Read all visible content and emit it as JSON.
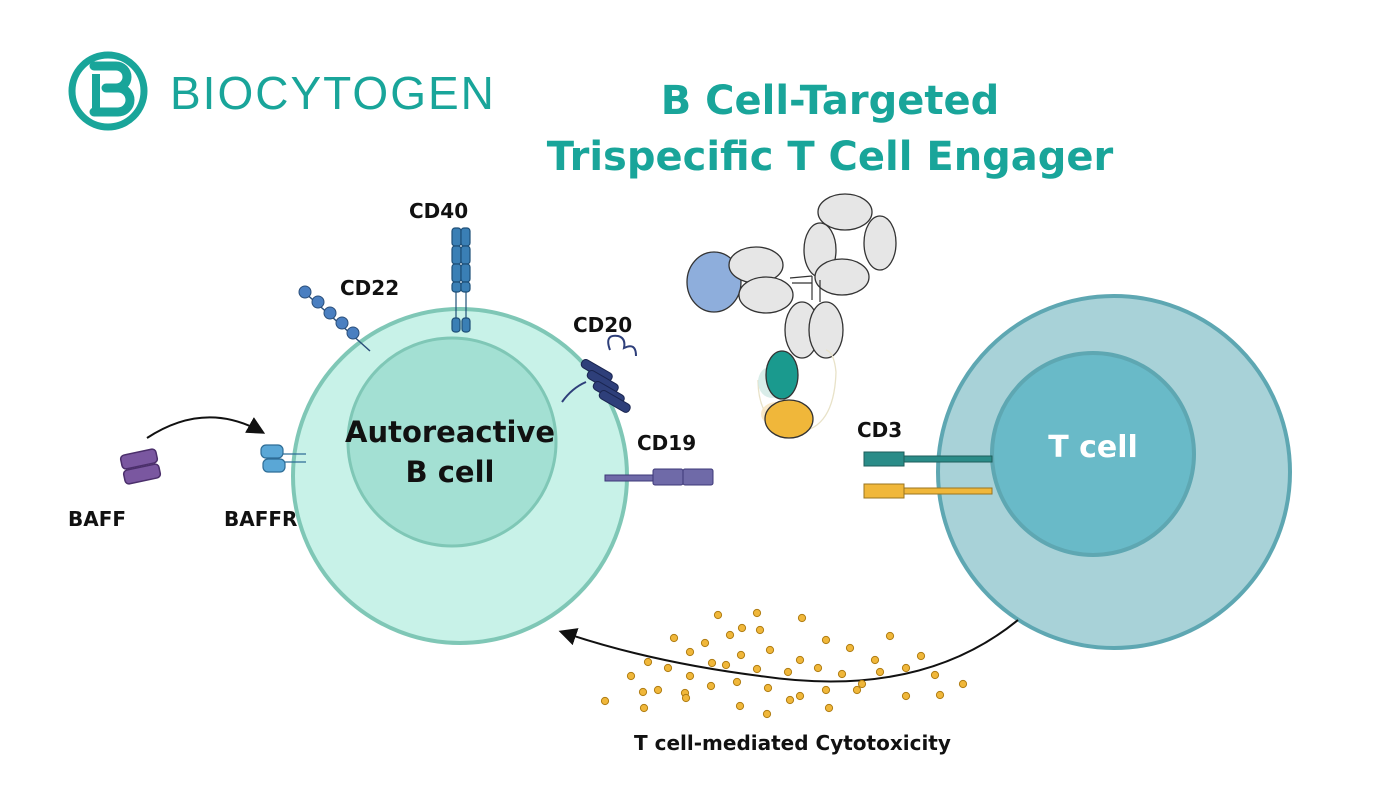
{
  "brand": {
    "name": "BIOCYTOGEN",
    "color": "#19a59a"
  },
  "title": {
    "line1": "B Cell-Targeted",
    "line2": "Trispecific T Cell Engager",
    "color": "#19a59a"
  },
  "cells": {
    "b_cell": {
      "label_line1": "Autoreactive",
      "label_line2": "B cell",
      "outer_fill": "#c8f2e8",
      "inner_fill": "#a3e0d3",
      "stroke": "#7fc7b6"
    },
    "t_cell": {
      "label": "T cell",
      "outer_fill": "#a8d2d8",
      "inner_fill": "#69bac8",
      "stroke": "#5ea7b2"
    }
  },
  "markers": {
    "cd40": "CD40",
    "cd22": "CD22",
    "cd20": "CD20",
    "cd19": "CD19",
    "cd3": "CD3",
    "baff": "BAFF",
    "baffr": "BAFFR"
  },
  "caption": "T cell-mediated Cytotoxicity",
  "colors": {
    "teal_domain": "#1a9a8e",
    "yellow_domain": "#f0b73a",
    "blue_domain": "#8eaedc",
    "grey_domain": "#e6e6e6",
    "purple": "#7a57a0",
    "navy": "#2e3f7a",
    "cd40_blue": "#3a7fb5",
    "cd22_blue": "#4a7fc1",
    "baffr_blue": "#5aa7d6",
    "cd3_teal": "#2a8c88",
    "dots": "#f0b73a"
  }
}
